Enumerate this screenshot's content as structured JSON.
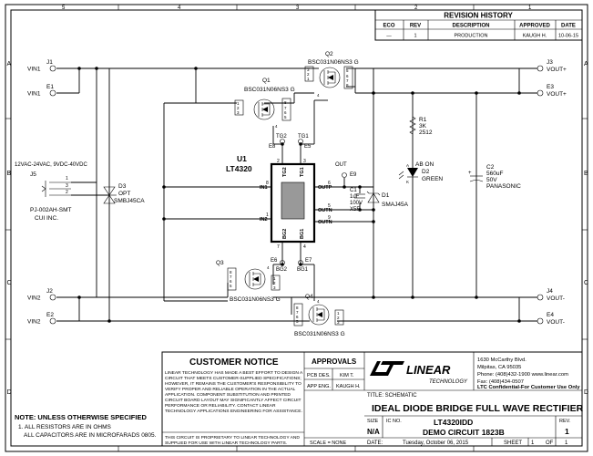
{
  "revision": {
    "title": "REVISION HISTORY",
    "headers": [
      "ECO",
      "REV",
      "DESCRIPTION",
      "APPROVED",
      "DATE"
    ],
    "row": [
      "—",
      "1",
      "PRODUCTION",
      "KAUGH H.",
      "10-06-15"
    ]
  },
  "frame": {
    "row_labels": [
      "A",
      "B",
      "C",
      "D"
    ],
    "col_labels": [
      "1",
      "2",
      "3",
      "4",
      "5"
    ]
  },
  "schematic": {
    "terminals": {
      "J1": "J1",
      "VIN1_a": "VIN1",
      "E1": "E1",
      "VIN1_b": "VIN1",
      "J2": "J2",
      "VIN2_a": "VIN2",
      "E2": "E2",
      "VIN2_b": "VIN2",
      "J3": "J3",
      "VOUTP_a": "VOUT+",
      "E3": "E3",
      "VOUTP_b": "VOUT+",
      "J4": "J4",
      "VOUTN_a": "VOUT-",
      "E4": "E4",
      "VOUTN_b": "VOUT-"
    },
    "jack": {
      "range": "12VAC-24VAC, 9VDC-40VDC",
      "ref": "J5",
      "part": "PJ-002AH-SMT",
      "mfr": "CUI INC.",
      "pins": [
        "1",
        "3",
        "2"
      ]
    },
    "d3": {
      "ref": "D3",
      "value": "OPT",
      "part": "SMBJ45CA"
    },
    "q1": {
      "ref": "Q1",
      "part": "BSC031N06NS3 G"
    },
    "q2": {
      "ref": "Q2",
      "part": "BSC031N06NS3 G"
    },
    "q3": {
      "ref": "Q3",
      "part": "BSC031N06NS3 G"
    },
    "q4": {
      "ref": "Q4",
      "part": "BSC031N06NS3 G"
    },
    "q_pins_top": [
      "1",
      "2",
      "3"
    ],
    "q_pins_drain": [
      "5",
      "6",
      "7",
      "8"
    ],
    "q_pin_gate": "4",
    "u1": {
      "ref": "U1",
      "part": "LT4320",
      "pin_names": {
        "tg2": "TG2",
        "tg1": "TG1",
        "in1": "IN1",
        "in2": "IN2",
        "outp": "OUTP",
        "outn1": "OUTN",
        "outn2": "OUTN",
        "bg2": "BG2",
        "bg1": "BG1"
      },
      "pin_numbers": {
        "tg2": "2",
        "tg1": "3",
        "in1": "8",
        "in2": "1",
        "outp": "6",
        "outn1": "5",
        "outn2": "9",
        "bg2": "7",
        "bg1": "4"
      }
    },
    "testpoints": {
      "tg2": "TG2",
      "tg1": "TG1",
      "e8": "E8",
      "e5": "E5",
      "out": "OUT",
      "e9": "E9",
      "e6": "E6",
      "e7": "E7",
      "bg2": "BG2",
      "bg1": "BG1"
    },
    "c1": {
      "ref": "C1",
      "value": "1uF",
      "voltage": "100V",
      "dielectric": "X5R"
    },
    "d1": {
      "ref": "D1",
      "part": "SMAJ45A"
    },
    "r1": {
      "ref": "R1",
      "value": "3K",
      "size": "2512"
    },
    "d2": {
      "note": "AB ON",
      "ref": "D2",
      "color": "GREEN",
      "pins": [
        "A",
        "K"
      ]
    },
    "c2": {
      "ref": "C2",
      "value": "560uF",
      "voltage": "50V",
      "mfr": "PANASONIC",
      "plus": "+"
    }
  },
  "notes": {
    "title": "NOTE: UNLESS OTHERWISE SPECIFIED",
    "items": [
      "1. ALL RESISTORS ARE IN OHMS",
      "ALL CAPACITORS ARE IN MICROFARADS 0805."
    ]
  },
  "customer_notice": {
    "title": "CUSTOMER NOTICE",
    "body": [
      "LINEAR TECHNOLOGY HAS MADE A BEST EFFORT TO DESIGN A",
      "CIRCUIT THAT MEETS CUSTOMER-SUPPLIED SPECIFICATIONS;",
      "HOWEVER, IT REMAINS THE CUSTOMER'S RESPONSIBILITY TO",
      "VERIFY PROPER AND RELIABLE OPERATION IN THE ACTUAL",
      "APPLICATION. COMPONENT SUBSTITUTION AND PRINTED",
      "CIRCUIT BOARD LAYOUT MAY SIGNIFICANTLY AFFECT CIRCUIT",
      "PERFORMANCE OR RELIABILITY. CONTACT LINEAR",
      "TECHNOLOGY APPLICATIONS ENGINEERING FOR ASSISTANCE."
    ],
    "proprietary": [
      "THIS CIRCUIT IS PROPRIETARY TO LINEAR TECHNOLOGY AND",
      "SUPPLIED FOR USE WITH LINEAR TECHNOLOGY PARTS."
    ]
  },
  "approvals": {
    "title": "APPROVALS",
    "pcb_label": "PCB DES.",
    "pcb_value": "KIM T.",
    "app_label": "APP ENG.",
    "app_value": "KAUGH H.",
    "scale": "SCALE = NONE"
  },
  "company": {
    "logo_name": "LINEAR",
    "logo_tech": "TECHNOLOGY",
    "address": [
      "1630 McCarthy Blvd.",
      "Milpitas, CA 95035",
      "Phone: (408)432-1900  www.linear.com",
      "Fax: (408)434-0507"
    ],
    "confidential": "LTC Confidential-For Customer Use Only"
  },
  "titleblock": {
    "title_label": "TITLE: SCHEMATIC",
    "title": "IDEAL DIODE BRIDGE FULL WAVE RECTIFIER",
    "size_label": "SIZE",
    "size": "N/A",
    "icno_label": "IC NO.",
    "icno": "LT4320IDD",
    "circuit": "DEMO CIRCUIT 1823B",
    "rev_label": "REV.",
    "rev": "1",
    "date_label": "DATE:",
    "date": "Tuesday, October 06, 2015",
    "sheet_label": "SHEET",
    "sheet": "1",
    "of_label": "OF",
    "of": "1"
  },
  "colors": {
    "ink": "#000000",
    "ic_body": "#999999",
    "background": "#ffffff"
  }
}
